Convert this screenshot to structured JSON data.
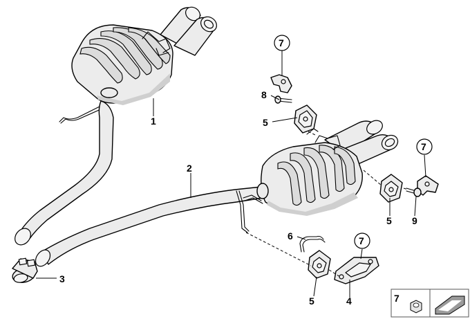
{
  "callouts": {
    "c1": "1",
    "c2": "2",
    "c3": "3",
    "c4": "4",
    "c5a": "5",
    "c5b": "5",
    "c5c": "5",
    "c6": "6",
    "c7a": "7",
    "c7b": "7",
    "c7c": "7",
    "c8": "8",
    "c9": "9"
  },
  "legend": {
    "number": "7",
    "icons": [
      "hex-nut-icon",
      "arrow-tag-icon"
    ]
  }
}
